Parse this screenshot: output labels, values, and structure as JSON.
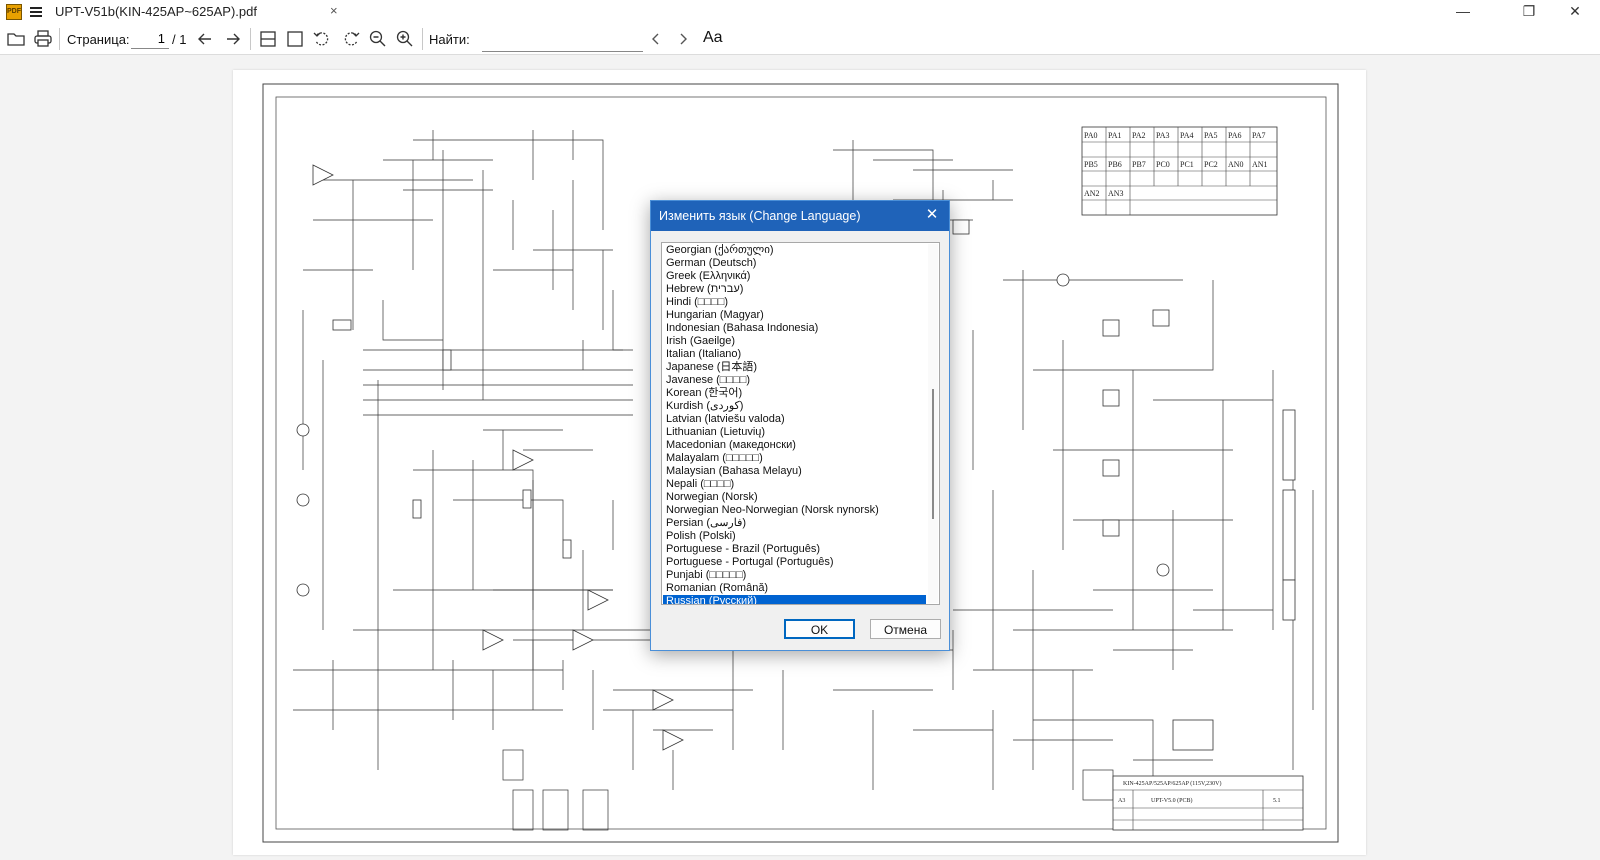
{
  "window": {
    "app_logo_text": "PDF",
    "tab_title": "UPT-V51b(KIN-425AP~625AP).pdf",
    "close_tab_glyph": "×",
    "controls": {
      "minimize": "—",
      "maximize": "❐",
      "close": "✕"
    }
  },
  "toolbar": {
    "page_label": "Страница:",
    "page_value": "1",
    "page_total": "/ 1",
    "find_label": "Найти:",
    "find_placeholder": "",
    "font_glyph": "Aa"
  },
  "schematic": {
    "title_block": {
      "model": "KIN-425AP/525AP/625AP (115V,230V)",
      "doc_number": "UPT-V5.0 (PCB)",
      "size": "A3",
      "revision": "5.1"
    },
    "port_table": [
      [
        "PA0",
        "PA1",
        "PA2",
        "PA3",
        "PA4",
        "PA5",
        "PA6",
        "PA7"
      ],
      [
        "PB5",
        "PB6",
        "PB7",
        "PC0",
        "PC1",
        "PC2",
        "AN0",
        "AN1"
      ],
      [
        "AN2",
        "AN3"
      ]
    ]
  },
  "dialog": {
    "title": "Изменить язык (Change Language)",
    "close_glyph": "✕",
    "ok_label": "OK",
    "cancel_label": "Отмена",
    "languages": [
      "Georgian (ქართული)",
      "German (Deutsch)",
      "Greek (Ελληνικά)",
      "Hebrew (עברית)",
      "Hindi (□□□□)",
      "Hungarian (Magyar)",
      "Indonesian (Bahasa Indonesia)",
      "Irish (Gaeilge)",
      "Italian (Italiano)",
      "Japanese (日本語)",
      "Javanese (□□□□)",
      "Korean (한국어)",
      "Kurdish (کوردی)",
      "Latvian (latviešu valoda)",
      "Lithuanian (Lietuvių)",
      "Macedonian (македонски)",
      "Malayalam (□□□□□)",
      "Malaysian (Bahasa Melayu)",
      "Nepali (□□□□)",
      "Norwegian (Norsk)",
      "Norwegian Neo-Norwegian (Norsk nynorsk)",
      "Persian (فارسی)",
      "Polish (Polski)",
      "Portuguese - Brazil (Português)",
      "Portuguese - Portugal (Português)",
      "Punjabi (□□□□□)",
      "Romanian (Română)",
      "Russian (Русский)"
    ],
    "selected_language": "Russian (Русский)"
  },
  "colors": {
    "dialog_title_bg": "#1f63b9",
    "selection_bg": "#0063d1",
    "app_logo": "#e8a000"
  }
}
